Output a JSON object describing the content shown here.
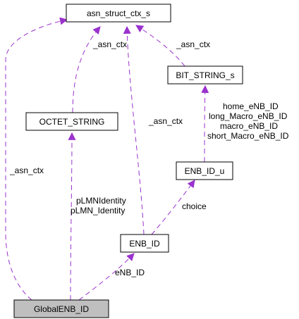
{
  "diagram": {
    "edge_color": "#9a32cd",
    "focus_fill": "#bfbfbf",
    "nodes": {
      "asn_struct_ctx_s": "asn_struct_ctx_s",
      "octet_string": "OCTET_STRING",
      "bit_string_s": "BIT_STRING_s",
      "enb_id_u": "ENB_ID_u",
      "enb_id": "ENB_ID",
      "global_enb_id": "GlobalENB_ID"
    },
    "edge_labels": {
      "octet_to_ctx": "_asn_ctx",
      "bitstring_to_ctx": "_asn_ctx",
      "enbid_to_ctx": "_asn_ctx",
      "global_to_ctx": "_asn_ctx",
      "choice": "choice",
      "enb_id": "eNB_ID",
      "plmn_1": "pLMNIdentity",
      "plmn_2": "pLMN_Identity",
      "bit_1": "home_eNB_ID",
      "bit_2": "long_Macro_eNB_ID",
      "bit_3": "macro_eNB_ID",
      "bit_4": "short_Macro_eNB_ID"
    }
  }
}
